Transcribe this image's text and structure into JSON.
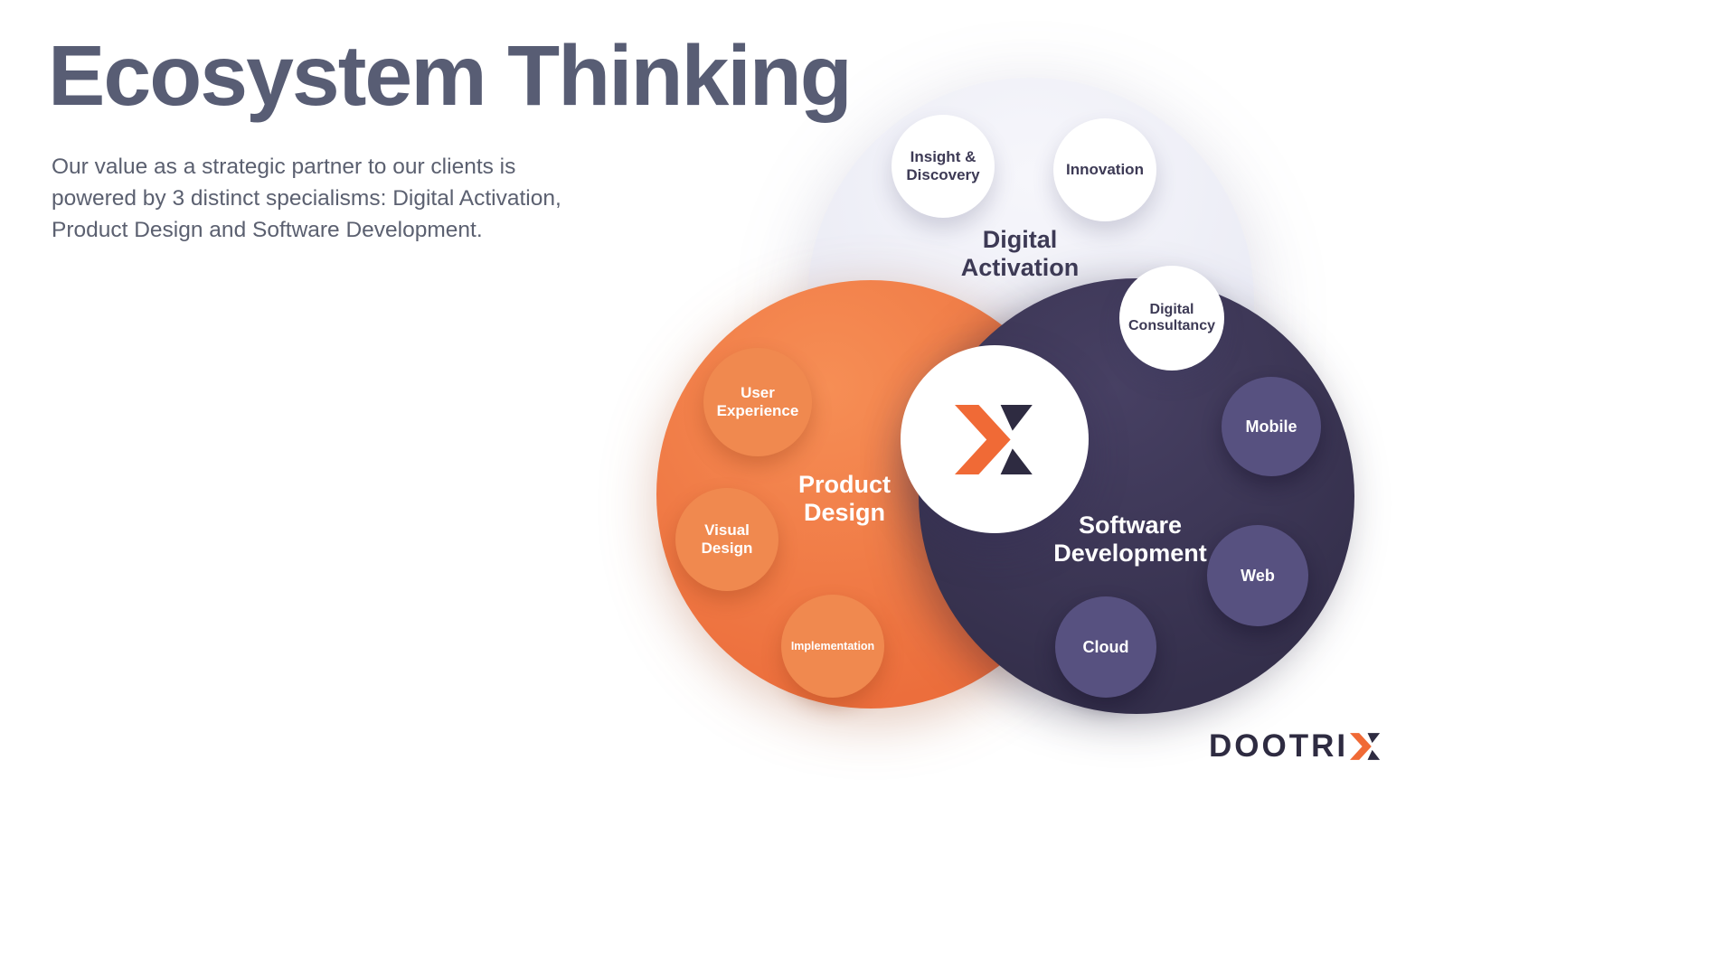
{
  "header": {
    "title": "Ecosystem Thinking",
    "subtitle": "Our value as a strategic partner to our clients is powered by 3 distinct specialisms: Digital Activation, Product Design and Software Development."
  },
  "diagram": {
    "digital_activation": {
      "label": "Digital\nActivation",
      "color": "#edeef6",
      "items": [
        "Insight &\nDiscovery",
        "Innovation",
        "Digital\nConsultancy"
      ]
    },
    "product_design": {
      "label": "Product\nDesign",
      "color": "#ee7842",
      "items": [
        "User\nExperience",
        "Visual\nDesign",
        "Implementation"
      ]
    },
    "software_development": {
      "label": "Software\nDevelopment",
      "color": "#3a3450",
      "items": [
        "Mobile",
        "Web",
        "Cloud"
      ]
    }
  },
  "brand": {
    "wordmark": "DOOTRI",
    "colors": {
      "orange": "#f06a36",
      "dark": "#2e2b41"
    }
  }
}
